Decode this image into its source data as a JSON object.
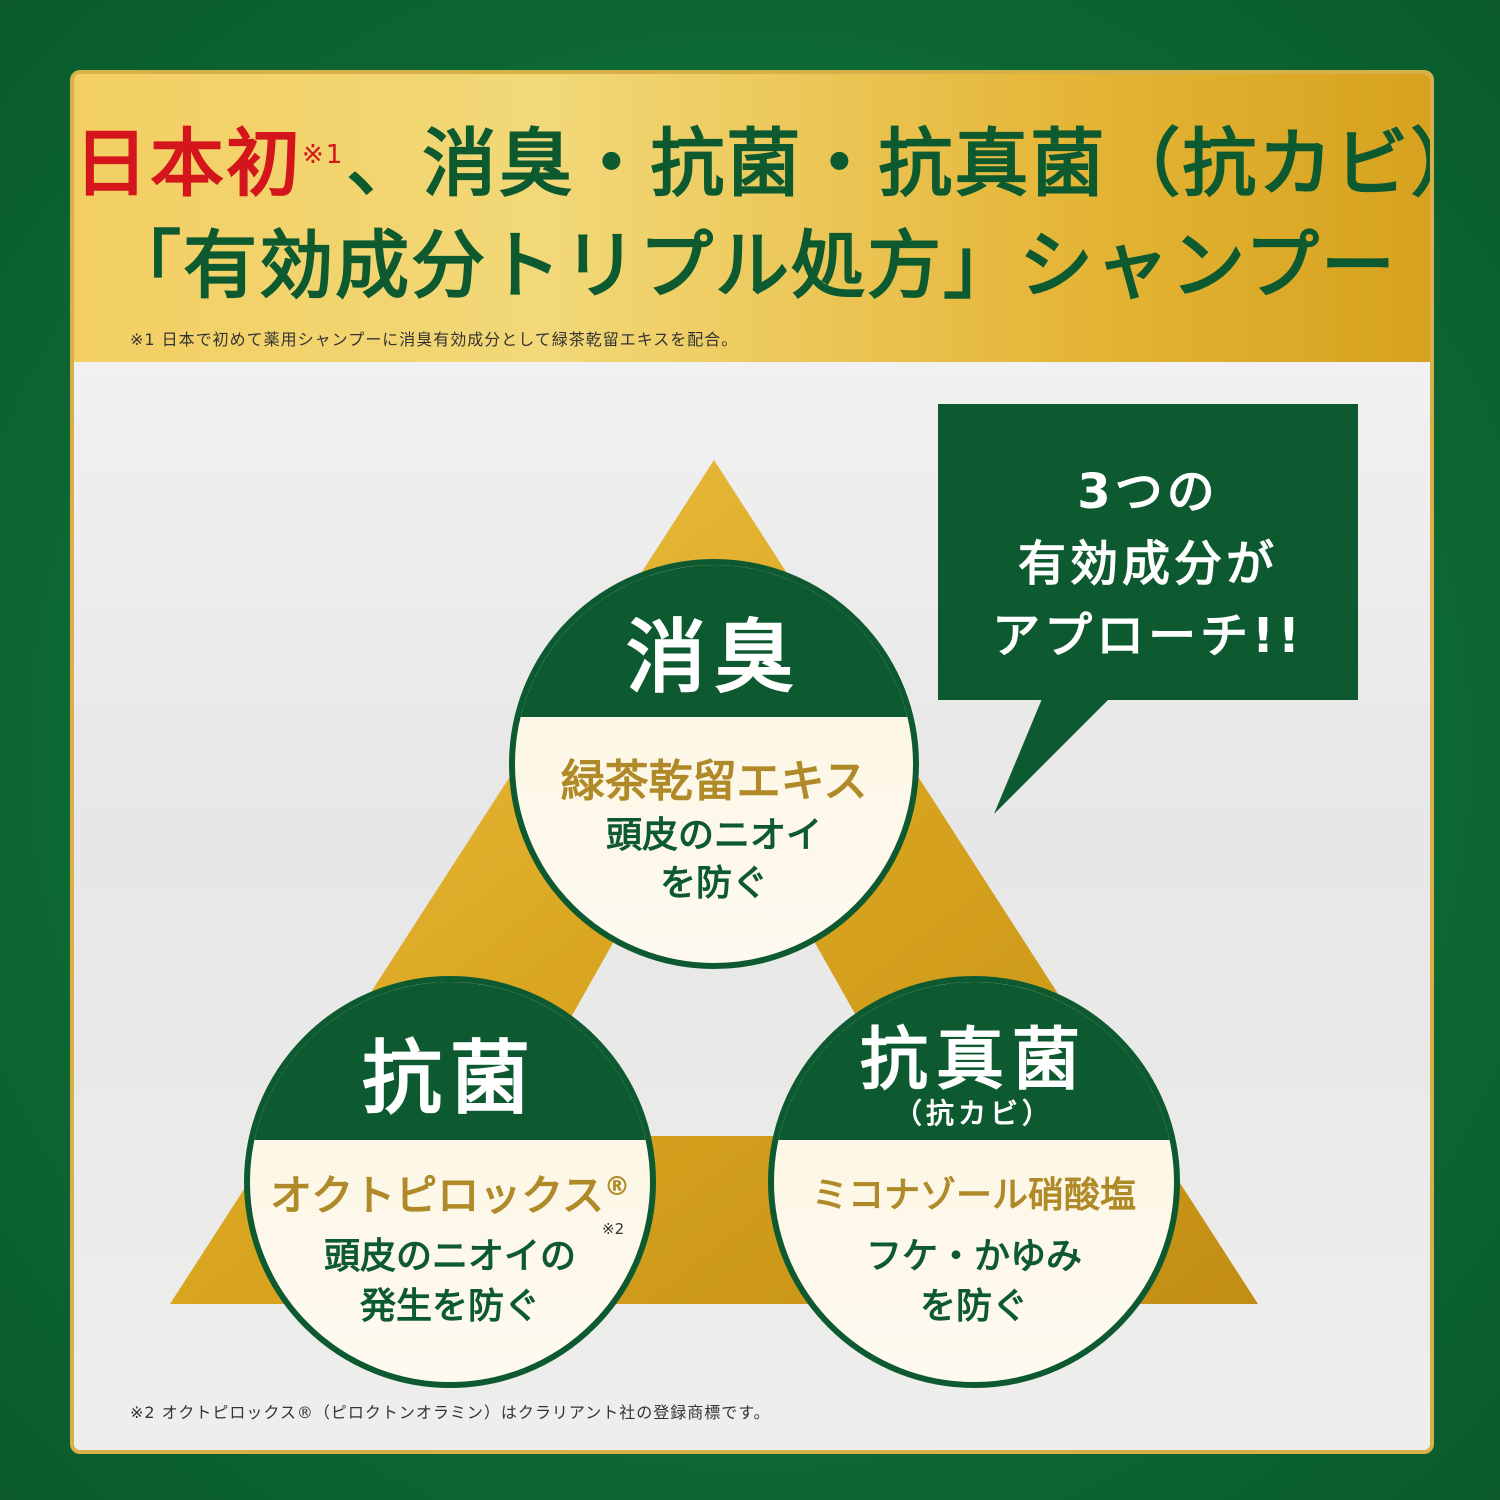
{
  "header": {
    "title_first": "日本初",
    "title_first_note": "※1",
    "title_rest": "、消臭・抗菌・抗真菌（抗カビ）",
    "title_line2": "「有効成分トリプル処方」シャンプー",
    "footnote1": "※1 日本で初めて薬用シャンプーに消臭有効成分として緑茶乾留エキスを配合。"
  },
  "bubble": {
    "line1": "3つの",
    "line2": "有効成分が",
    "line3": "アプローチ!!"
  },
  "circles": {
    "deodorant": {
      "title": "消臭",
      "ingredient": "緑茶乾留エキス",
      "effect_line1": "頭皮のニオイ",
      "effect_line2": "を防ぐ"
    },
    "antibacterial": {
      "title": "抗菌",
      "ingredient": "オクトピロックス",
      "ingredient_mark": "®",
      "ingredient_note": "※2",
      "effect_line1": "頭皮のニオイの",
      "effect_line2": "発生を防ぐ"
    },
    "antifungal": {
      "title": "抗真菌",
      "subtitle": "（抗カビ）",
      "ingredient": "ミコナゾール硝酸塩",
      "effect_line1": "フケ・かゆみ",
      "effect_line2": "を防ぐ"
    }
  },
  "footnote2": "※2 オクトピロックス®（ピロクトンオラミン）はクラリアント社の登録商標です。",
  "colors": {
    "brand_green": "#0e5a30",
    "gold": "#d9a520",
    "red": "#d4161c",
    "ingredient_gold": "#b08a28"
  }
}
